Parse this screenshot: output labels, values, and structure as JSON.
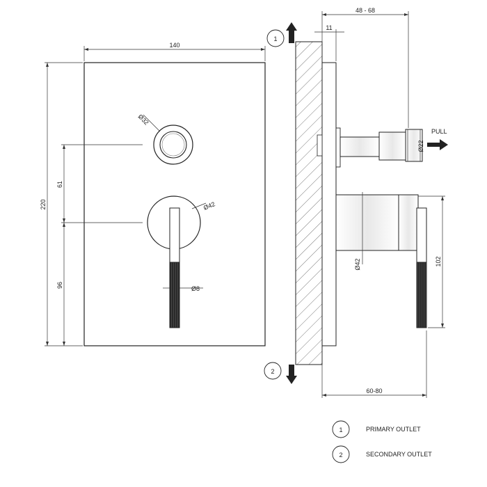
{
  "front_view": {
    "width_label": "140",
    "height_label": "220",
    "upper_offset_label": "61",
    "lower_offset_label": "96",
    "top_knob_diameter": "Ø32",
    "handle_base_diameter": "Ø42",
    "lever_diameter": "Ø8"
  },
  "side_view": {
    "depth_top_label": "48 - 68",
    "plate_thickness_label": "11",
    "pull_label": "PULL",
    "spout_diameter": "Ø22",
    "body_diameter": "Ø42",
    "lever_height_label": "102",
    "depth_bottom_label": "60-80",
    "marker_top": "1",
    "marker_bottom": "2"
  },
  "legend": {
    "items": [
      {
        "number": "1",
        "label": "PRIMARY OUTLET"
      },
      {
        "number": "2",
        "label": "SECONDARY OUTLET"
      }
    ]
  }
}
